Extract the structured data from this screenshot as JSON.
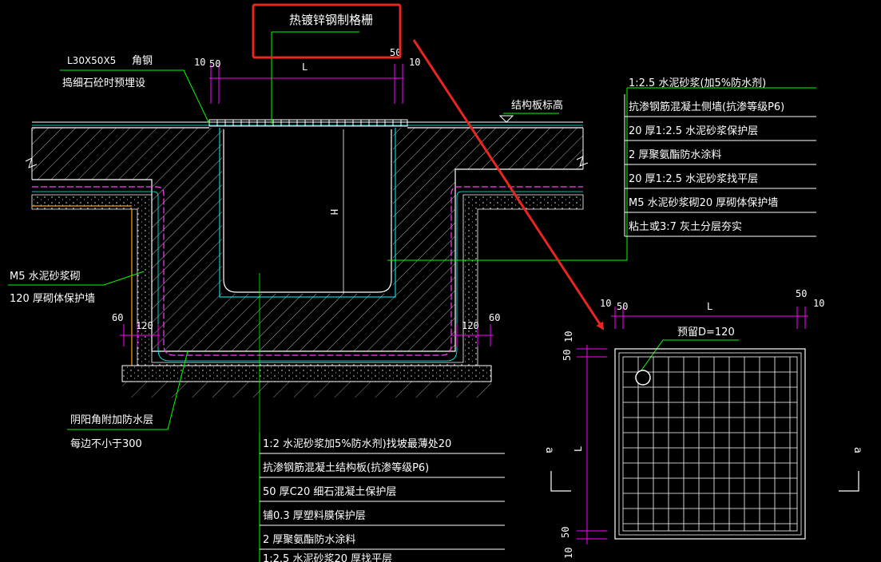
{
  "drawing": {
    "grate_title": "热镀锌钢制格栅",
    "angle_spec": "L30X50X5",
    "angle_name": "角钢",
    "angle_note": "捣细石砼时预埋设",
    "structural_level": "结构板标高",
    "wall_label_1": "M5 水泥砂浆砌",
    "wall_label_2": "120 厚砌体保护墙",
    "corner_note_1": "阴阳角附加防水层",
    "corner_note_2": "每边不小于300",
    "hole_label": "预留D=120",
    "side_layers": [
      "1:2.5  水泥砂浆(加5%防水剂)",
      "抗渗钢筋混凝土侧墙(抗渗等级P6)",
      "20 厚1:2.5  水泥砂浆保护层",
      "2 厚聚氨酯防水涂料",
      "20 厚1:2.5  水泥砂浆找平层",
      "M5 水泥砂浆砌20 厚砌体保护墙",
      "粘土或3:7 灰土分层夯实"
    ],
    "bottom_layers": [
      "1:2  水泥砂浆加5%防水剂)找坡最薄处20",
      "抗渗钢筋混凝土结构板(抗渗等级P6)",
      "50 厚C20  细石混凝土保护层",
      "铺0.3 厚塑料膜保护层",
      "2 厚聚氨酯防水涂料",
      "1:2.5  水泥砂浆20 厚找平层"
    ],
    "dims": {
      "ten": "10",
      "fifty": "50",
      "L": "L",
      "H": "H",
      "sixty": "60",
      "one_twenty": "120",
      "section_mark": "a"
    }
  },
  "colors": {
    "background": "#000000",
    "text": "#ffffff",
    "leader": "#00ff00",
    "dimension": "#ff00ff",
    "inner_line": "#00ffff",
    "membrane": "#ff40ff",
    "orange": "#ffa500",
    "highlight": "#e8261e"
  },
  "icons": [
    "hatch-pattern",
    "grate-grid",
    "red-arrow"
  ]
}
